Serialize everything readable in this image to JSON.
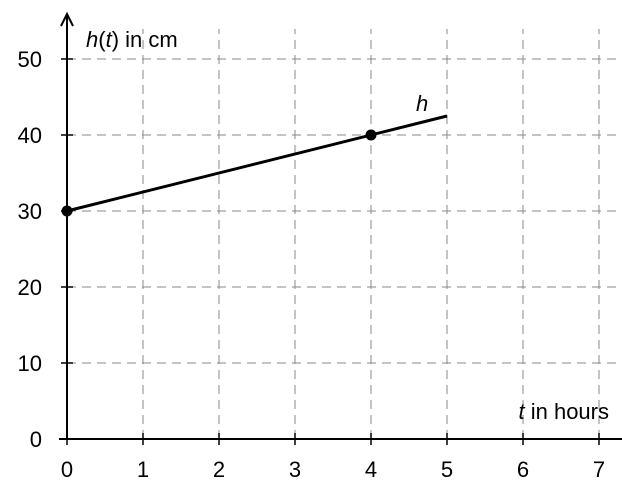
{
  "chart_data": {
    "type": "line",
    "title": "",
    "xlabel": {
      "variable": "t",
      "rest": " in hours"
    },
    "ylabel": {
      "func": "h",
      "open": "(",
      "variable": "t",
      "close": ")",
      "rest": " in cm"
    },
    "xlim": [
      0,
      7.3
    ],
    "ylim": [
      0,
      50
    ],
    "xticks": [
      0,
      1,
      2,
      3,
      4,
      5,
      6,
      7
    ],
    "yticks": [
      0,
      10,
      20,
      30,
      40,
      50
    ],
    "grid": true,
    "series": [
      {
        "name": "h",
        "x": [
          0,
          5
        ],
        "y": [
          30,
          42.5
        ],
        "points": [
          {
            "x": 0,
            "y": 30
          },
          {
            "x": 4,
            "y": 40
          }
        ]
      }
    ]
  }
}
